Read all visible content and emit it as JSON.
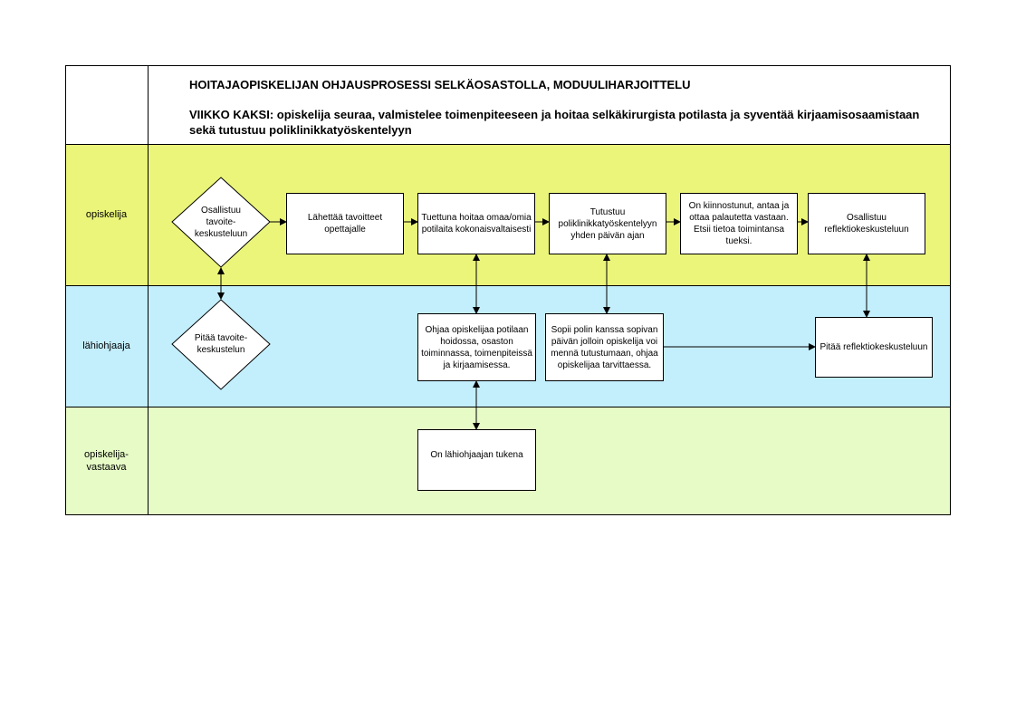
{
  "header": {
    "title": "HOITAJAOPISKELIJAN OHJAUSPROSESSI SELKÄOSASTOLLA, MODUULIHARJOITTELU",
    "subtitle": "VIIKKO KAKSI: opiskelija seuraa, valmistelee toimenpiteeseen ja hoitaa selkäkirurgista potilasta ja syventää kirjaamisosaamistaan sekä tutustuu poliklinikkatyöskentelyyn"
  },
  "lanes": {
    "opiskelija": "opiskelija",
    "lahiohjaaja": "lähiohjaaja",
    "vastaava_line1": "opiskelija-",
    "vastaava_line2": "vastaava"
  },
  "colors": {
    "lane_opiskelija": "#eaf57a",
    "lane_lahiohjaaja": "#c3eefb",
    "lane_vastaava": "#e6fbc6"
  },
  "nodes": {
    "d1": "Osallistuu tavoite-keskusteluun",
    "n1": "Lähettää tavoitteet opettajalle",
    "n2": "Tuettuna hoitaa omaa/omia potilaita kokonaisvaltaisesti",
    "n3": "Tutustuu poliklinikkatyöskentelyyn yhden päivän ajan",
    "n4": "On kiinnostunut, antaa ja ottaa palautetta vastaan. Etsii tietoa toimintansa tueksi.",
    "n5": "Osallistuu reflektiokeskusteluun",
    "d2": "Pitää tavoite-keskustelun",
    "n6": "Ohjaa opiskelijaa potilaan hoidossa, osaston toiminnassa, toimenpiteissä ja kirjaamisessa.",
    "n7": "Sopii polin kanssa sopivan päivän jolloin opiskelija voi mennä tutustumaan, ohjaa opiskelijaa tarvittaessa.",
    "n8": "Pitää reflektiokeskusteluun",
    "n9": "On lähiohjaajan tukena"
  }
}
